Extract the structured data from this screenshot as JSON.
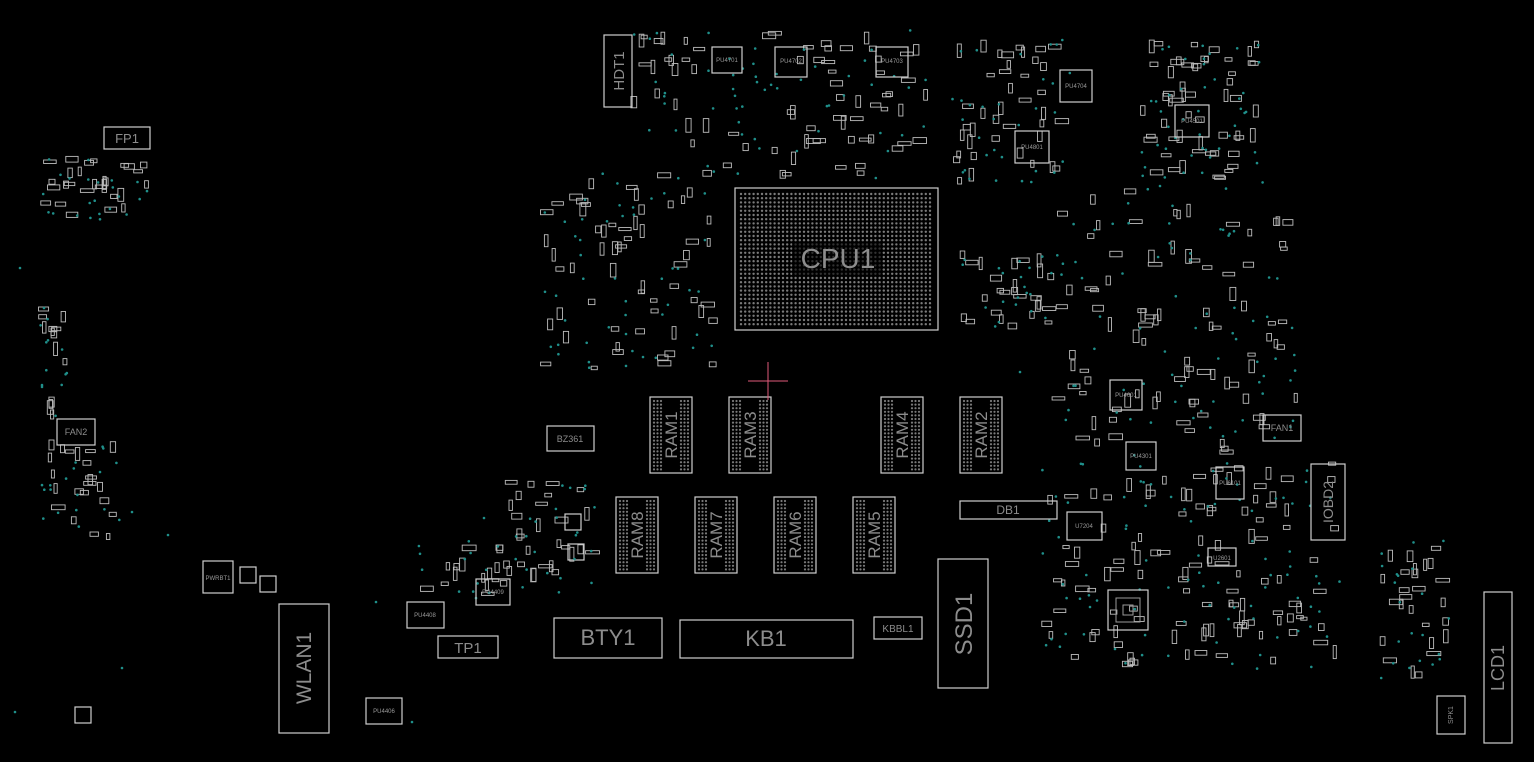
{
  "viewer": {
    "background": "#000000",
    "outline_color": "#cfcfcf",
    "via_color": "#1f8f8a",
    "cursor_color": "#e05a7a"
  },
  "components": {
    "cpu": "CPU1",
    "ram1": "RAM1",
    "ram2": "RAM2",
    "ram3": "RAM3",
    "ram4": "RAM4",
    "ram5": "RAM5",
    "ram6": "RAM6",
    "ram7": "RAM7",
    "ram8": "RAM8",
    "hdt1": "HDT1",
    "fp1": "FP1",
    "fan1": "FAN1",
    "fan2": "FAN2",
    "wlan1": "WLAN1",
    "tp1": "TP1",
    "bty1": "BTY1",
    "kb1": "KB1",
    "kbbl1": "KBBL1",
    "ssd1": "SSD1",
    "db1": "DB1",
    "iobd2": "IOBD2",
    "lcd1": "LCD1",
    "spk1": "SPK1",
    "bz361": "BZ361",
    "pwrbt1": "PWRBT1",
    "u7204": "U7204",
    "pu4408": "PU4408",
    "pu4409": "PU4409",
    "pu4406": "PU4406",
    "pu4701": "PU4701",
    "pu4702": "PU4702",
    "pu4703": "PU4703",
    "pu4704": "PU4704",
    "pu4801": "PU4801",
    "pu4501": "PU4501",
    "pu4601": "PU4601",
    "u2601": "U2601",
    "pu4301": "PU4301",
    "pu6101": "PU6101"
  }
}
